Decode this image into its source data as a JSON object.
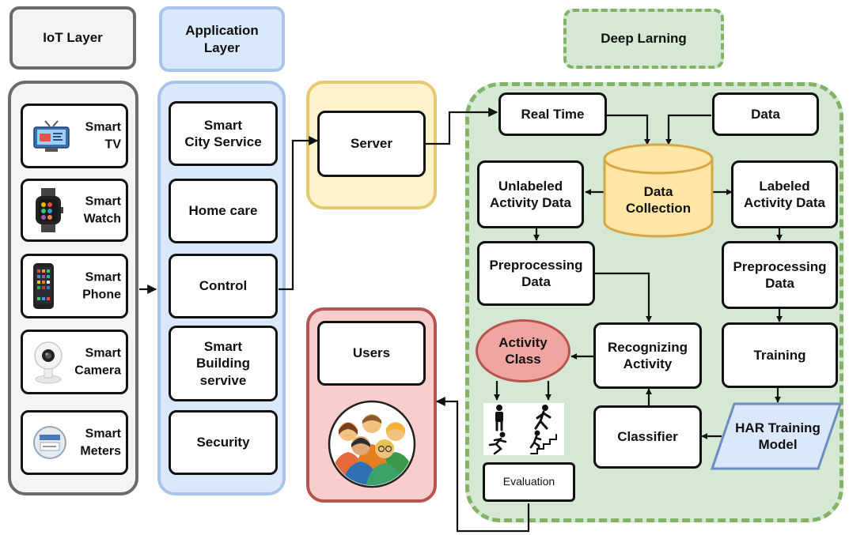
{
  "colors": {
    "iot_fill": "#f4f4f4",
    "iot_border": "#6b6b6b",
    "app_fill": "#dae8fc",
    "app_border": "#a9c4eb",
    "server_fill": "#fff2cc",
    "server_border": "#e6c86e",
    "users_fill": "#f8cecc",
    "users_border": "#b85450",
    "dl_fill": "#d5e8d4",
    "dl_border": "#82b366",
    "db_fill": "#ffe6a6",
    "db_border": "#d6a844",
    "activity_fill": "#f0a5a0",
    "activity_border": "#b85450",
    "har_fill": "#dae8fc",
    "har_border": "#6c8ebf"
  },
  "headers": {
    "iot": "IoT Layer",
    "application": "Application\nLayer",
    "deep_learning": "Deep Larning"
  },
  "iot_devices": [
    {
      "icon": "tv-icon",
      "label": "Smart\nTV"
    },
    {
      "icon": "watch-icon",
      "label": "Smart\nWatch"
    },
    {
      "icon": "phone-icon",
      "label": "Smart\nPhone"
    },
    {
      "icon": "camera-icon",
      "label": "Smart\nCamera"
    },
    {
      "icon": "meter-icon",
      "label": "Smart\nMeters"
    }
  ],
  "app_services": [
    "Smart\nCity Service",
    "Home care",
    "Control",
    "Smart\nBuilding\nservive",
    "Security"
  ],
  "server": "Server",
  "users": "Users",
  "evaluation": "Evaluation",
  "deep": {
    "real_time": "Real Time",
    "data": "Data",
    "data_collection": "Data\nCollection",
    "unlabeled": "Unlabeled\nActivity Data",
    "labeled": "Labeled\nActivity Data",
    "pre_left": "Preprocessing\nData",
    "pre_right": "Preprocessing\nData",
    "recognizing": "Recognizing\nActivity",
    "training": "Training",
    "activity_class": "Activity\nClass",
    "classifier": "Classifier",
    "har": "HAR Training\nModel"
  }
}
